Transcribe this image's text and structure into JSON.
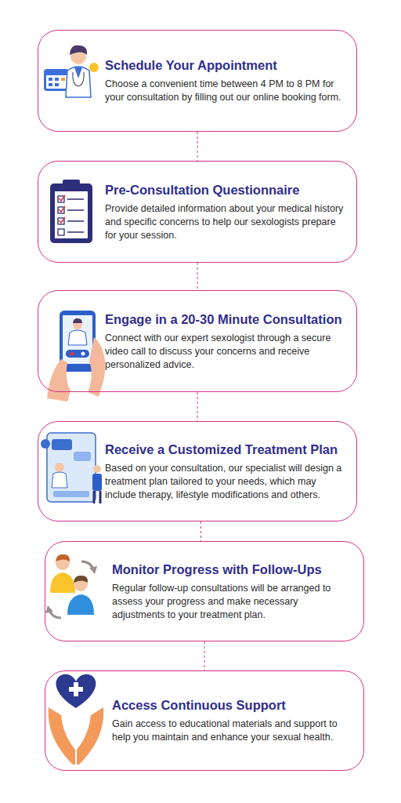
{
  "diagram": {
    "nodes": [
      {
        "text": [
          "Schedule Your Appointment",
          "Choose a convenient time between 4 PM to 8 PM for your consultation by filling out our online booking form."
        ]
      },
      {
        "text": [
          "Pre-Consultation Questionnaire",
          "Provide detailed information about your medical history and specific concerns to help our sexologists prepare for your session."
        ]
      },
      {
        "text": [
          "Engage in a 20-30 Minute Consultation",
          "Connect with our expert sexologist through a secure video call to discuss your concerns and receive personalized advice."
        ]
      },
      {
        "text": [
          "Receive a Customized Treatment Plan",
          "Based on your consultation, our specialist will design a treatment plan tailored to your needs, which may include therapy, lifestyle modifications and others."
        ]
      },
      {
        "text": [
          "Monitor Progress with Follow-Ups",
          "Regular follow-up consultations will be arranged to assess your progress and make necessary adjustments to your treatment plan."
        ]
      },
      {
        "text": [
          "Access Continuous Support",
          "Gain access to educational materials and support to help you maintain and enhance your sexual health."
        ]
      }
    ],
    "edges": [
      {
        "from": 0,
        "to": 1,
        "arrow": "none"
      },
      {
        "from": 1,
        "to": 2,
        "arrow": "none"
      },
      {
        "from": 2,
        "to": 3,
        "arrow": "none"
      },
      {
        "from": 3,
        "to": 4,
        "arrow": "none"
      },
      {
        "from": 4,
        "to": 5,
        "arrow": "none"
      }
    ]
  }
}
